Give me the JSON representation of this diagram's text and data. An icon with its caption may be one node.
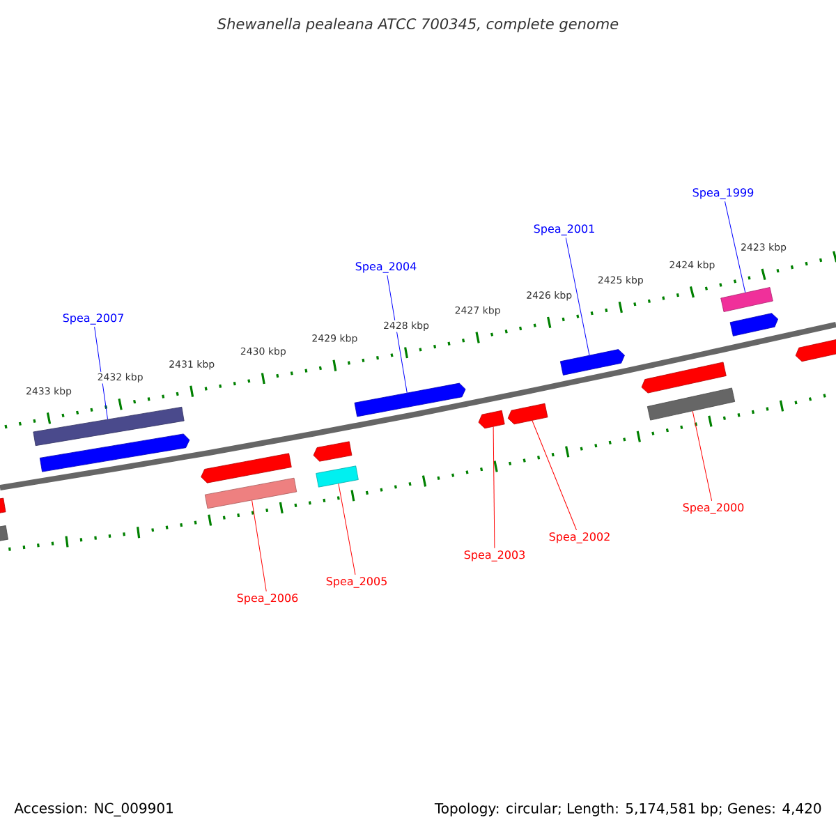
{
  "diagram": {
    "title": "Shewanella pealeana ATCC 700345, complete genome",
    "nodes": [
      {
        "text": [
          "Spea_1999"
        ]
      },
      {
        "text": [
          "Spea_2001"
        ]
      },
      {
        "text": [
          "Spea_2004"
        ]
      },
      {
        "text": [
          "Spea_2007"
        ]
      },
      {
        "text": [
          "Spea_2000"
        ]
      },
      {
        "text": [
          "Spea_2002"
        ]
      },
      {
        "text": [
          "Spea_2003"
        ]
      },
      {
        "text": [
          "Spea_2005"
        ]
      },
      {
        "text": [
          "Spea_2006"
        ]
      },
      {
        "text": [],
        "shape": "arrow"
      },
      {
        "text": [],
        "shape": "bar"
      },
      {
        "text": [],
        "shape": "bar"
      },
      {
        "text": [],
        "shape": "arrow"
      },
      {
        "text": [],
        "shape": "arrow"
      },
      {
        "text": [],
        "shape": "bar"
      },
      {
        "text": [],
        "shape": "arrow"
      },
      {
        "text": [],
        "shape": "bar"
      },
      {
        "text": [],
        "shape": "arrow"
      },
      {
        "text": [],
        "shape": "arrow"
      },
      {
        "text": [],
        "shape": "arrow"
      },
      {
        "text": [],
        "shape": "arrow"
      },
      {
        "text": [],
        "shape": "arrow"
      },
      {
        "text": [],
        "shape": "bar"
      },
      {
        "text": [],
        "shape": "bar"
      },
      {
        "text": [],
        "shape": "arrow"
      },
      {
        "text": [],
        "shape": "arrow"
      }
    ],
    "edges": [
      {
        "from": 0,
        "to": 23,
        "arrow": "none",
        "color": "#0000ff"
      },
      {
        "from": 1,
        "to": 20,
        "arrow": "none",
        "color": "#0000ff"
      },
      {
        "from": 2,
        "to": 17,
        "arrow": "none",
        "color": "#0000ff"
      },
      {
        "from": 3,
        "to": 11,
        "arrow": "none",
        "color": "#0000ff"
      },
      {
        "from": 4,
        "to": 22,
        "arrow": "none"
      },
      {
        "from": 5,
        "to": 19,
        "arrow": "none"
      },
      {
        "from": 6,
        "to": 18,
        "arrow": "none"
      },
      {
        "from": 7,
        "to": 16,
        "arrow": "none"
      },
      {
        "from": 8,
        "to": 14,
        "arrow": "none"
      }
    ],
    "labels": [
      "2433 kbp",
      "2432 kbp",
      "2431 kbp",
      "2430 kbp",
      "2429 kbp",
      "2428 kbp",
      "2427 kbp",
      "2426 kbp",
      "2425 kbp",
      "2424 kbp",
      "2423 kbp",
      "Accession: NC_009901",
      "Topology: circular; Length: 5,174,581 bp; Genes: 4,420"
    ]
  }
}
